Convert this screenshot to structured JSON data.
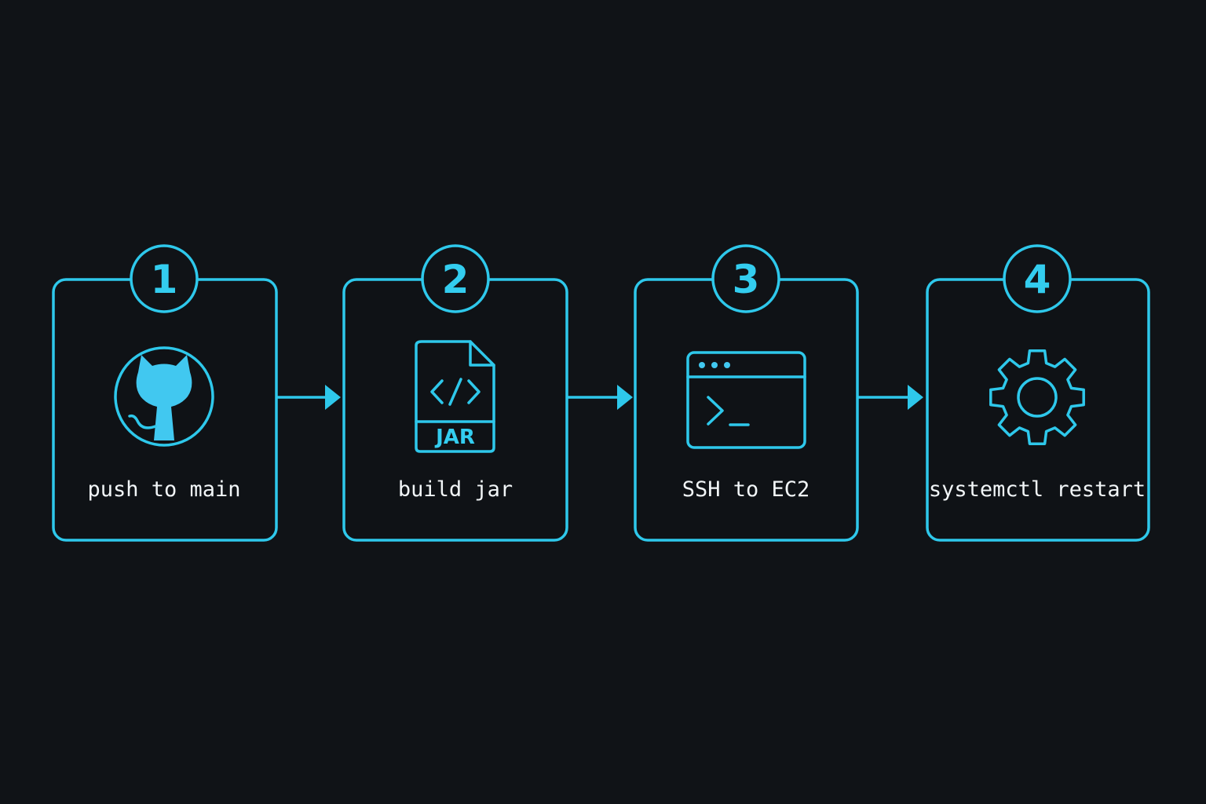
{
  "diagram": {
    "steps": [
      {
        "number": "1",
        "label": "push to main",
        "icon": "github-octocat-icon"
      },
      {
        "number": "2",
        "label": "build jar",
        "icon": "jar-file-icon",
        "icon_text": "JAR"
      },
      {
        "number": "3",
        "label": "SSH to EC2",
        "icon": "terminal-window-icon"
      },
      {
        "number": "4",
        "label": "systemctl restart",
        "icon": "gear-icon"
      }
    ],
    "colors": {
      "background": "#101317",
      "accent": "#2ec8eb",
      "label_text": "#f2f6f8"
    }
  }
}
